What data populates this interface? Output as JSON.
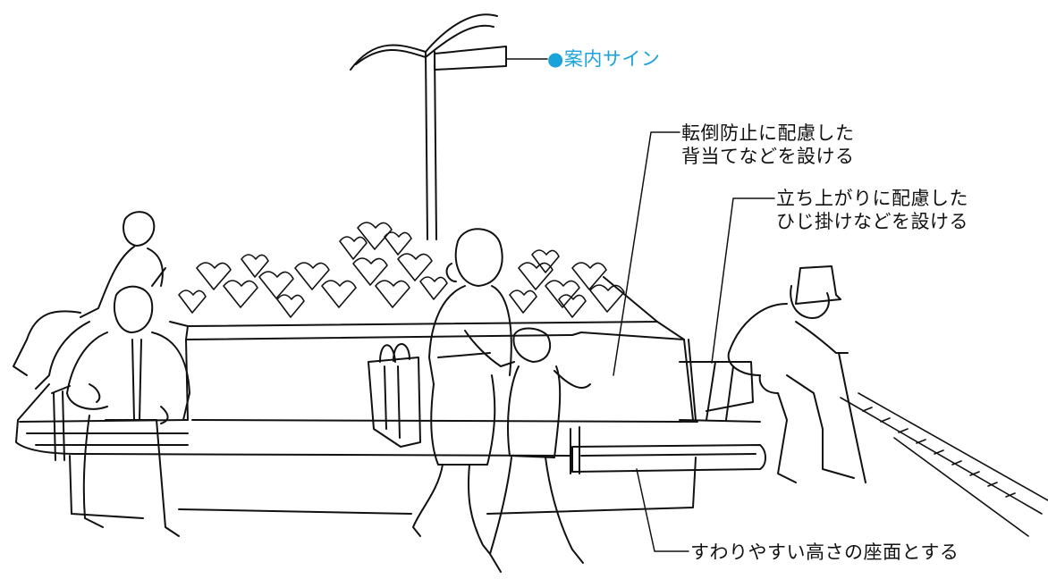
{
  "annotations": {
    "sign": {
      "text": "●案内サイン",
      "color": "#1aa3d9"
    },
    "backrest": {
      "line1": "転倒防止に配慮した",
      "line2": "背当てなどを設ける"
    },
    "armrest": {
      "line1": "立ち上がりに配慮した",
      "line2": "ひじ掛けなどを設ける"
    },
    "seat": {
      "text": "すわりやすい高さの座面とする"
    }
  },
  "colors": {
    "accent": "#1aa3d9",
    "ink": "#111111"
  }
}
